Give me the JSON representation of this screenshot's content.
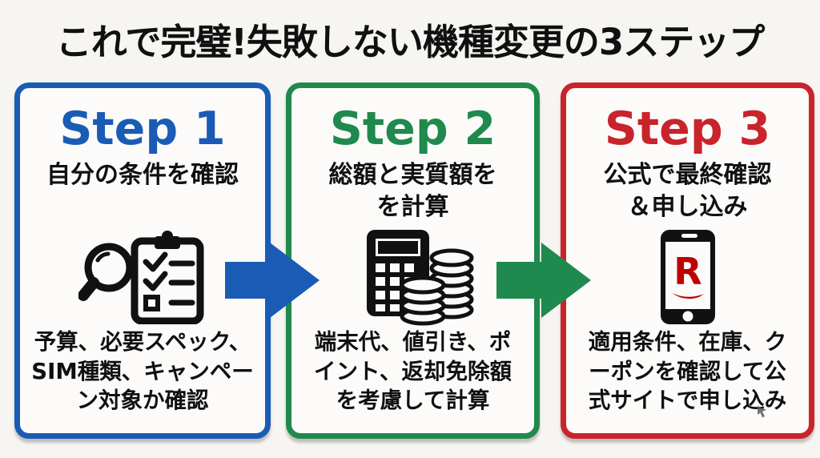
{
  "title": "これで完璧!失敗しない機種変更の3ステップ",
  "colors": {
    "background": "#f7f5f2",
    "card_background": "#fcfbf9",
    "step1_accent": "#1a5cb5",
    "step2_accent": "#20894d",
    "step3_accent": "#c9232b",
    "icon_black": "#111111",
    "rakuten_red": "#bf0000",
    "text": "#101010"
  },
  "steps": [
    {
      "label": "Step 1",
      "heading": "自分の条件を確認",
      "description": "予算、必要スペック、\nSIM種類、キャンペー\nン対象か確認",
      "icon": "magnifier-checklist-icon",
      "accent": "#1a5cb5"
    },
    {
      "label": "Step 2",
      "heading": "総額と実質額を\nを計算",
      "description": "端末代、値引き、ポ\nイント、返却免除額\nを考慮して計算",
      "icon": "calculator-coins-icon",
      "accent": "#20894d"
    },
    {
      "label": "Step 3",
      "heading": "公式で最終確認\n＆申し込み",
      "description": "適用条件、在庫、ク\nーポンを確認して公\n式サイトで申し込み",
      "icon": "smartphone-rakuten-icon",
      "accent": "#c9232b"
    }
  ],
  "arrows": [
    {
      "name": "arrow-step1-to-step2",
      "color": "#1a5cb5"
    },
    {
      "name": "arrow-step2-to-step3",
      "color": "#20894d"
    }
  ]
}
